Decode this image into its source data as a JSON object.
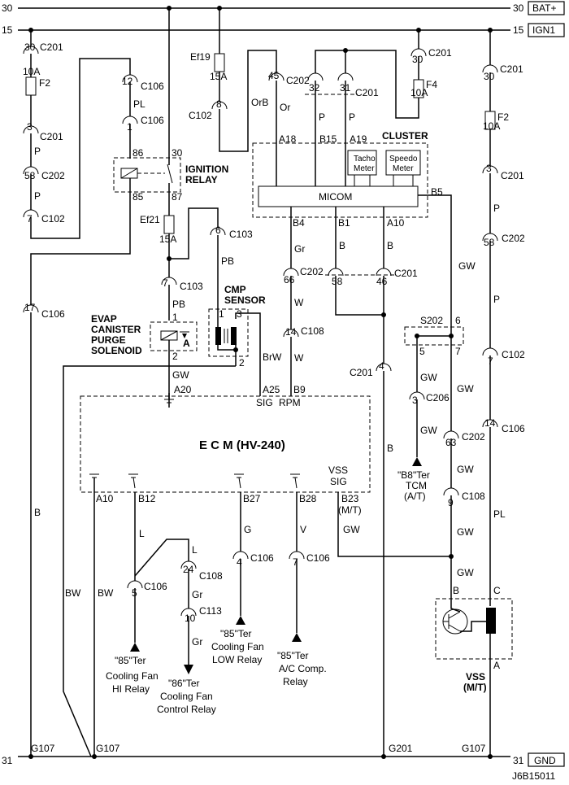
{
  "rails": {
    "top_num": "30",
    "bat_label": "BAT+",
    "ign_num": "15",
    "ign_label": "IGN1",
    "bottom_num": "31",
    "gnd_label": "GND"
  },
  "connectors": {
    "c201": "C201",
    "c202": "C202",
    "c102": "C102",
    "c106": "C106",
    "c103": "C103",
    "c108": "C108",
    "c113": "C113",
    "c206": "C206",
    "s202": "S202"
  },
  "fuses": {
    "f2": "F2",
    "f2_rating": "10A",
    "f4": "F4",
    "f4_rating": "10A",
    "ef19": "Ef19",
    "ef19_rating": "15A",
    "ef21": "Ef21",
    "ef21_rating": "15A"
  },
  "pins": {
    "p30": "30",
    "p3": "3",
    "p58": "58",
    "p7": "7",
    "p12": "12",
    "p1": "1",
    "p86": "86",
    "p85": "85",
    "p87": "87",
    "p45": "45",
    "p8": "8",
    "p32": "32",
    "p31": "31",
    "p6": "6",
    "p17": "17",
    "p66": "66",
    "p14": "14",
    "p46": "46",
    "p4": "4",
    "p5": "5",
    "p63": "63",
    "p9": "9",
    "p24": "24",
    "p10": "10",
    "p2": "2",
    "p1b": "1",
    "p2b": "2",
    "p3b": "3",
    "p6b": "6",
    "p7b": "7",
    "p5b": "5",
    "p14b": "14",
    "p7c": "7",
    "p4b": "4",
    "p7d": "7",
    "p5c": "5",
    "p1c": "1",
    "p3c": "3",
    "p58b": "58",
    "p30b": "30",
    "p3d": "3",
    "p58c": "58"
  },
  "wires": {
    "P": "P",
    "PL": "PL",
    "Or": "Or",
    "OrB": "OrB",
    "PB": "PB",
    "Gr": "Gr",
    "W": "W",
    "BrW": "BrW",
    "B": "B",
    "GW": "GW",
    "BW": "BW",
    "L": "L",
    "G": "G",
    "V": "V"
  },
  "cluster": {
    "title": "CLUSTER",
    "micom": "MICOM",
    "tacho_line1": "Tacho",
    "tacho_line2": "Meter",
    "speedo_line1": "Speedo",
    "speedo_line2": "Meter",
    "a18": "A18",
    "b15": "B15",
    "a19": "A19",
    "b5": "B5",
    "b4": "B4",
    "b1": "B1",
    "a10": "A10"
  },
  "relay": {
    "line1": "IGNITION",
    "line2": "RELAY"
  },
  "cmp": {
    "line1": "CMP",
    "line2": "SENSOR"
  },
  "evap": {
    "line1": "EVAP",
    "line2": "CANISTER",
    "line3": "PURGE",
    "line4": "SOLENOID"
  },
  "ecm": {
    "title": "E C M (HV-240)",
    "a20": "A20",
    "a25": "A25",
    "b9": "B9",
    "sig": "SIG",
    "rpm": "RPM",
    "a10": "A10",
    "b12": "B12",
    "b27": "B27",
    "b28": "B28",
    "vss": "VSS",
    "vss_sig": "SIG",
    "b23": "B23",
    "mt": "(M/T)"
  },
  "loads": {
    "tcm_1": "\"B8\"Ter",
    "tcm_2": "TCM",
    "tcm_3": "(A/T)",
    "hi_1": "\"85\"Ter",
    "hi_2": "Cooling Fan",
    "hi_3": "HI Relay",
    "ctl_1": "\"86\"Ter",
    "ctl_2": "Cooling Fan",
    "ctl_3": "Control Relay",
    "low_1": "\"85\"Ter",
    "low_2": "Cooling Fan",
    "low_3": "LOW Relay",
    "ac_1": "\"85\"Ter",
    "ac_2": "A/C Comp.",
    "ac_3": "Relay"
  },
  "vss_sensor": {
    "label1": "VSS",
    "label2": "(M/T)",
    "b": "B",
    "c": "C",
    "a": "A"
  },
  "grounds": {
    "g107": "G107",
    "g201": "G201"
  },
  "doc_code": "J6B15011"
}
